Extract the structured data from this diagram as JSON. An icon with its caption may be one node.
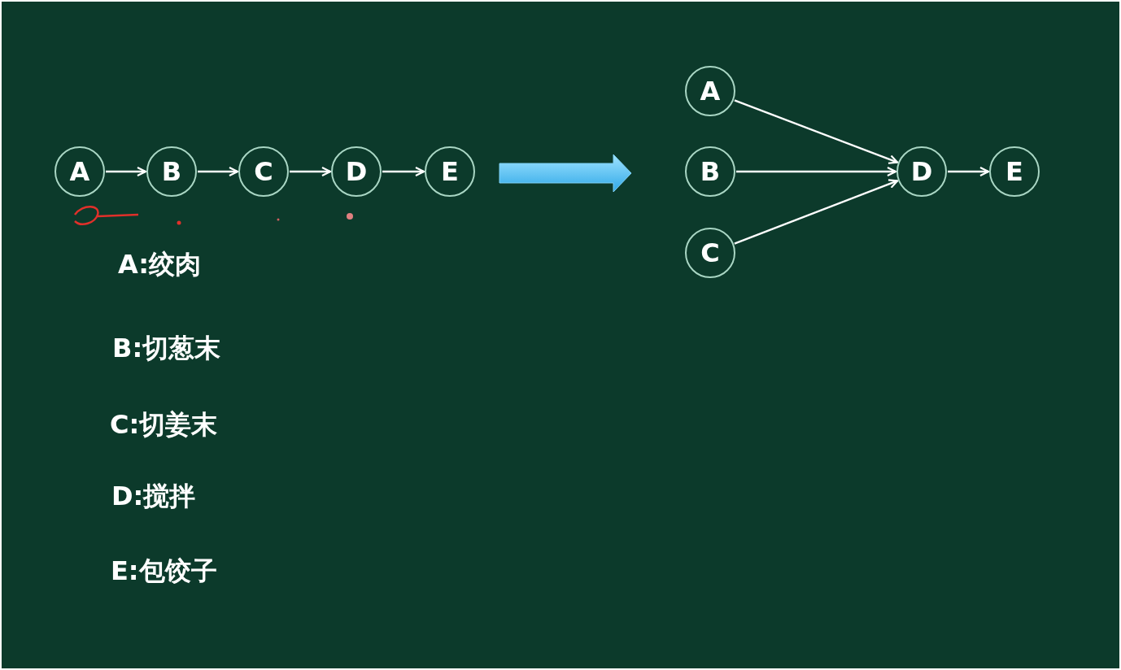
{
  "diagram": {
    "nodes": [
      {
        "text": [
          "A"
        ]
      },
      {
        "text": [
          "B"
        ]
      },
      {
        "text": [
          "C"
        ]
      },
      {
        "text": [
          "D"
        ]
      },
      {
        "text": [
          "E"
        ]
      },
      {
        "text": [
          "A"
        ]
      },
      {
        "text": [
          "B"
        ]
      },
      {
        "text": [
          "C"
        ]
      },
      {
        "text": [
          "D"
        ]
      },
      {
        "text": [
          "E"
        ]
      }
    ],
    "edges": [
      {
        "from": 0,
        "to": 1,
        "arrow": "to"
      },
      {
        "from": 1,
        "to": 2,
        "arrow": "to"
      },
      {
        "from": 2,
        "to": 3,
        "arrow": "to"
      },
      {
        "from": 3,
        "to": 4,
        "arrow": "to"
      },
      {
        "from": 5,
        "to": 8,
        "arrow": "to"
      },
      {
        "from": 6,
        "to": 8,
        "arrow": "to"
      },
      {
        "from": 7,
        "to": 8,
        "arrow": "to"
      },
      {
        "from": 8,
        "to": 9,
        "arrow": "to"
      }
    ],
    "labels": [
      "A:绞肉",
      "B:切葱末",
      "C:切姜末",
      "D:搅拌",
      "E:包饺子"
    ]
  }
}
